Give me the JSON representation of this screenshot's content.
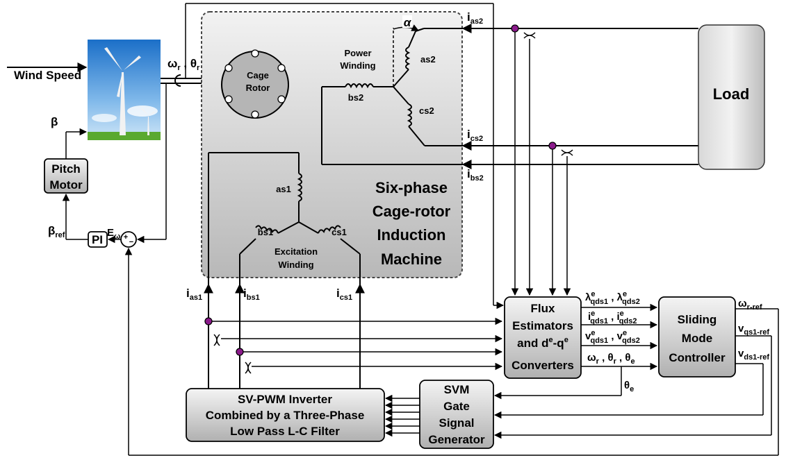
{
  "inputs": {
    "wind_speed": "Wind Speed",
    "beta": "β",
    "beta_ref": "β",
    "beta_ref_sub": "ref"
  },
  "pitch_motor": {
    "line1": "Pitch",
    "line2": "Motor"
  },
  "pi_block": "PI",
  "error": {
    "symbol": "E",
    "sub": "ω"
  },
  "sum_signs": {
    "plus": "+",
    "minus": "−"
  },
  "rotor_signals": {
    "omega": "ω",
    "omega_sub": "r",
    "theta": "θ",
    "theta_sub": "r"
  },
  "machine": {
    "rotor_line1": "Cage",
    "rotor_line2": "Rotor",
    "title_lines": [
      "Six-phase",
      "Cage-rotor",
      "Induction",
      "Machine"
    ],
    "power_winding": [
      "Power",
      "Winding"
    ],
    "excitation_winding": [
      "Excitation",
      "Winding"
    ],
    "alpha": "α",
    "phases": {
      "as2": "as2",
      "bs2": "bs2",
      "cs2": "cs2",
      "as1": "as1",
      "bs1": "bs1",
      "cs1": "cs1"
    }
  },
  "currents": {
    "ias2": {
      "main": "i",
      "sub": "as2"
    },
    "ics2": {
      "main": "i",
      "sub": "cs2"
    },
    "ibs2": {
      "main": "i",
      "sub": "bs2"
    },
    "ias1": {
      "main": "i",
      "sub": "as1"
    },
    "ibs1": {
      "main": "i",
      "sub": "bs1"
    },
    "ics1": {
      "main": "i",
      "sub": "cs1"
    }
  },
  "load": "Load",
  "flux_block": {
    "lines": [
      "Flux",
      "Estimators",
      "and d",
      "-q",
      "Converters"
    ],
    "sup": "e"
  },
  "smc_block": {
    "lines": [
      "Sliding",
      "Mode",
      "Controller"
    ]
  },
  "inverter_block": {
    "lines": [
      "SV-PWM Inverter",
      "Combined by a Three-Phase",
      "Low Pass L-C Filter"
    ]
  },
  "svm_block": {
    "lines": [
      "SVM",
      "Gate",
      "Signal",
      "Generator"
    ]
  },
  "signals": {
    "lambda": {
      "a": "λ",
      "a_sup": "e",
      "a_sub": "qds1",
      "sep": " , ",
      "b": "λ",
      "b_sup": "e",
      "b_sub": "qds2"
    },
    "current": {
      "a": "i",
      "a_sup": "e",
      "a_sub": "qds1",
      "sep": " , ",
      "b": "i",
      "b_sup": "e",
      "b_sub": "qds2"
    },
    "voltage": {
      "a": "v",
      "a_sup": "e",
      "a_sub": "qds1",
      "sep": " , ",
      "b": "v",
      "b_sup": "e",
      "b_sub": "qds2"
    },
    "angles": {
      "text": "ω",
      "r1": "r",
      "t1": " , θ",
      "r2": "r",
      "t2": " , θ",
      "e": "e"
    },
    "theta_e": {
      "main": "θ",
      "sub": "e"
    },
    "omega_ref": {
      "main": "ω",
      "sub": "r-ref"
    },
    "vqs_ref": {
      "main": "v",
      "sub": "qs1-ref"
    },
    "vds_ref": {
      "main": "v",
      "sub": "ds1-ref"
    }
  }
}
